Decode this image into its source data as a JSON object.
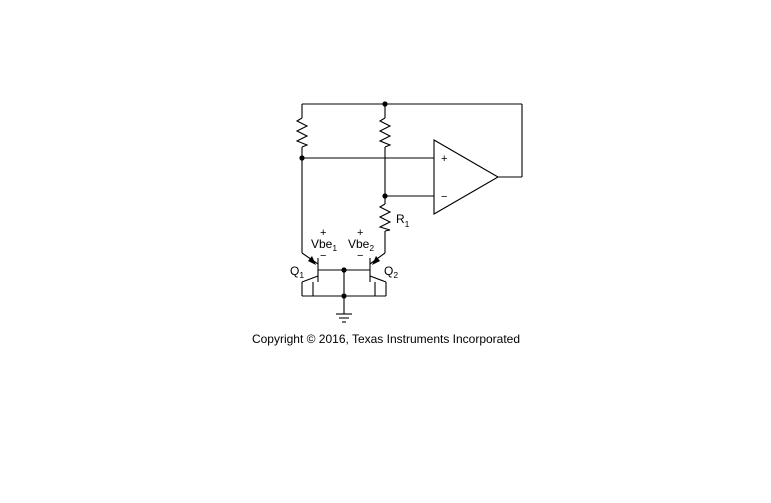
{
  "labels": {
    "r1": "R",
    "r1_sub": "1",
    "q1": "Q",
    "q1_sub": "1",
    "q2": "Q",
    "q2_sub": "2",
    "vbe1": "Vbe",
    "vbe1_sub": "1",
    "vbe2": "Vbe",
    "vbe2_sub": "2",
    "plus_sign": "+",
    "minus_sign": "−",
    "opamp_plus": "+",
    "opamp_minus": "−"
  },
  "copyright": "Copyright © 2016, Texas Instruments Incorporated"
}
